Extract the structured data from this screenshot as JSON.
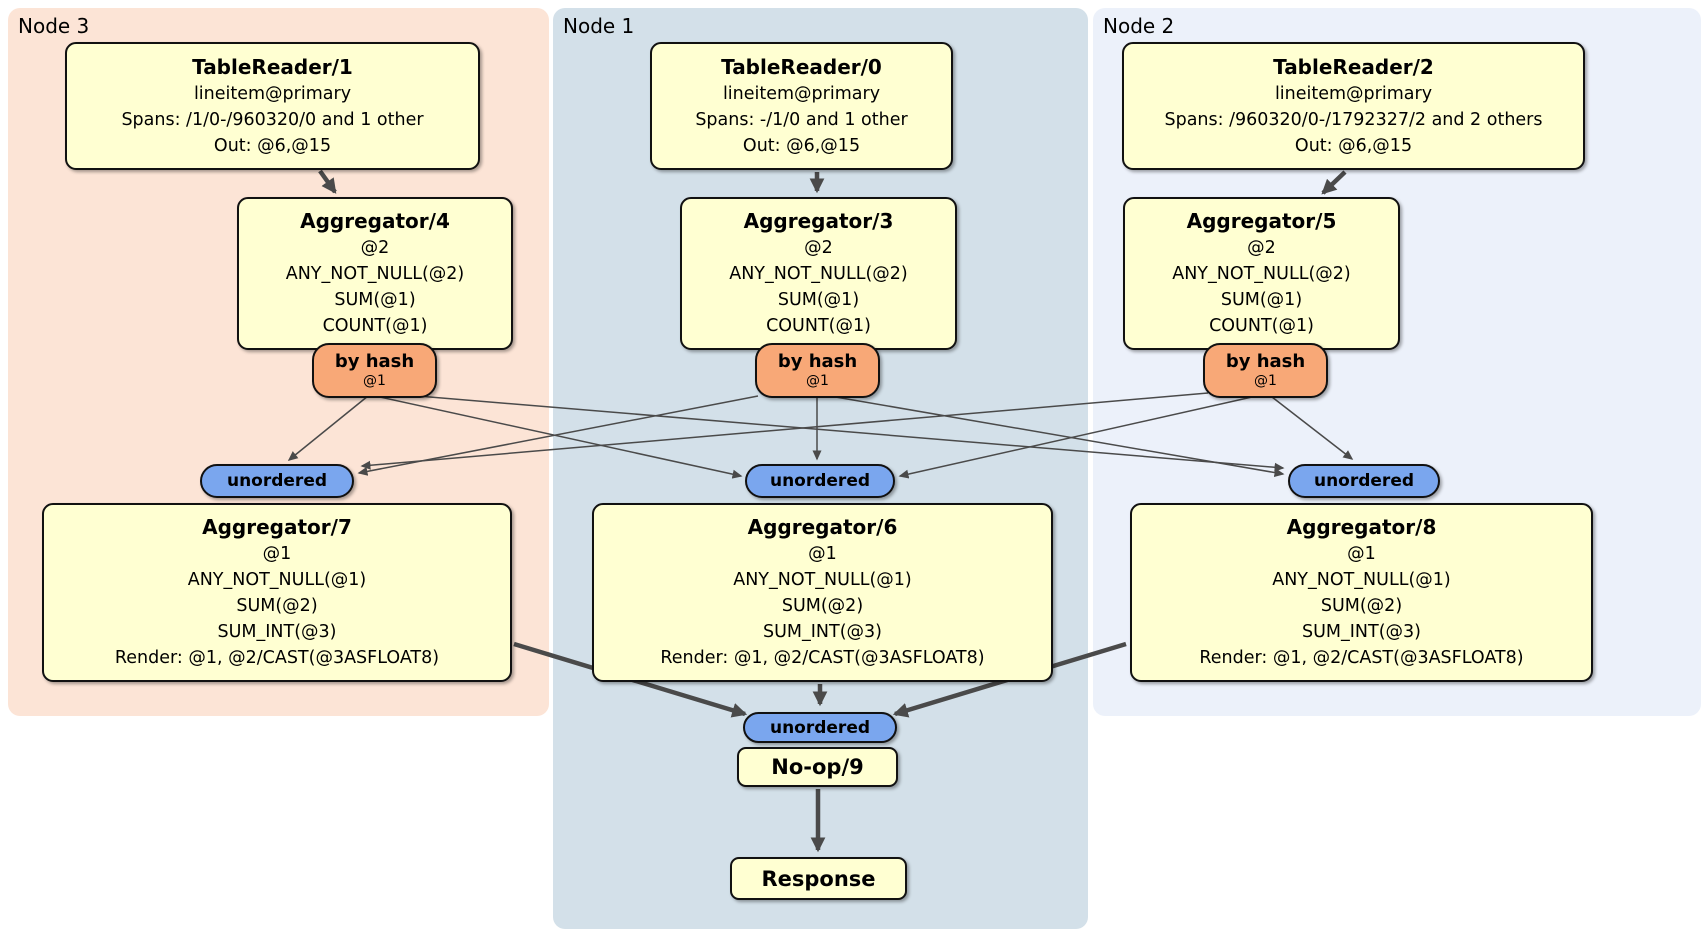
{
  "groups": {
    "node3": {
      "label": "Node 3"
    },
    "node1": {
      "label": "Node 1"
    },
    "node2": {
      "label": "Node 2"
    }
  },
  "processors": {
    "tr1": {
      "title": "TableReader/1",
      "lines": [
        "lineitem@primary",
        "Spans: /1/0-/960320/0 and 1 other",
        "Out: @6,@15"
      ]
    },
    "tr0": {
      "title": "TableReader/0",
      "lines": [
        "lineitem@primary",
        "Spans: -/1/0 and 1 other",
        "Out: @6,@15"
      ]
    },
    "tr2": {
      "title": "TableReader/2",
      "lines": [
        "lineitem@primary",
        "Spans: /960320/0-/1792327/2 and 2 others",
        "Out: @6,@15"
      ]
    },
    "agg4": {
      "title": "Aggregator/4",
      "lines": [
        "@2",
        "ANY_NOT_NULL(@2)",
        "SUM(@1)",
        "COUNT(@1)"
      ]
    },
    "agg3": {
      "title": "Aggregator/3",
      "lines": [
        "@2",
        "ANY_NOT_NULL(@2)",
        "SUM(@1)",
        "COUNT(@1)"
      ]
    },
    "agg5": {
      "title": "Aggregator/5",
      "lines": [
        "@2",
        "ANY_NOT_NULL(@2)",
        "SUM(@1)",
        "COUNT(@1)"
      ]
    },
    "agg7": {
      "title": "Aggregator/7",
      "lines": [
        "@1",
        "ANY_NOT_NULL(@1)",
        "SUM(@2)",
        "SUM_INT(@3)",
        "Render: @1, @2/CAST(@3ASFLOAT8)"
      ]
    },
    "agg6": {
      "title": "Aggregator/6",
      "lines": [
        "@1",
        "ANY_NOT_NULL(@1)",
        "SUM(@2)",
        "SUM_INT(@3)",
        "Render: @1, @2/CAST(@3ASFLOAT8)"
      ]
    },
    "agg8": {
      "title": "Aggregator/8",
      "lines": [
        "@1",
        "ANY_NOT_NULL(@1)",
        "SUM(@2)",
        "SUM_INT(@3)",
        "Render: @1, @2/CAST(@3ASFLOAT8)"
      ]
    },
    "noop": {
      "title": "No-op/9"
    },
    "response": {
      "title": "Response"
    }
  },
  "routers": {
    "byhash": {
      "label": "by hash",
      "detail": "@1"
    }
  },
  "syncs": {
    "unordered": {
      "label": "unordered"
    }
  },
  "colors": {
    "node3_bg": "#fce4d6",
    "node1_bg": "#d3e0e9",
    "node2_bg": "#ecf1fa",
    "processor_fill": "#ffffd2",
    "router_fill": "#f8a877",
    "sync_fill": "#7aa6ee",
    "edge": "#4a4a4a"
  }
}
